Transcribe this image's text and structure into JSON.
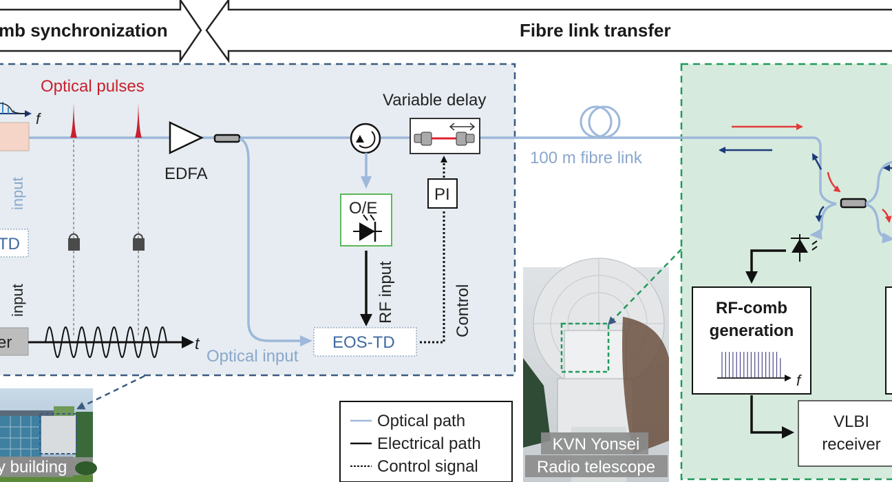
{
  "banners": {
    "left": "mb synchronization",
    "right": "Fibre link transfer"
  },
  "sync_panel": {
    "optical_pulses": "Optical pulses",
    "f_axis": "f",
    "t_axis": "t",
    "edfa": "EDFA",
    "variable_delay": "Variable delay",
    "oe": "O/E",
    "pi": "PI",
    "rf_input": "RF input",
    "control": "Control",
    "eos_td": "EOS-TD",
    "optical_input": "Optical input",
    "left_input_top": "input",
    "left_td": "TD",
    "left_input_bottom": "input",
    "left_box_text": "er"
  },
  "fibre": {
    "label": "100 m fibre link"
  },
  "remote_panel": {
    "rf_comb_title_1": "RF-comb",
    "rf_comb_title_2": "generation",
    "f_axis": "f",
    "vlbi_1": "VLBI",
    "vlbi_2": "receiver"
  },
  "legend": {
    "items": [
      {
        "label": "Optical path",
        "style": "optical"
      },
      {
        "label": "Electrical path",
        "style": "electrical"
      },
      {
        "label": "Control signal",
        "style": "control"
      }
    ]
  },
  "photos": {
    "building_caption": "y building",
    "telescope_caption_1": "KVN Yonsei",
    "telescope_caption_2": "Radio telescope"
  },
  "colors": {
    "optical": "#9db8da",
    "electrical": "#111111",
    "pulse_red": "#c8202d",
    "sync_bg": "#e6ecf1",
    "sync_border": "#3a5a80",
    "remote_bg": "#d6ebdd",
    "remote_border": "#1f9a5a",
    "dark_blue_arrow": "#1d3a78",
    "red_arrow": "#e23a3a"
  }
}
